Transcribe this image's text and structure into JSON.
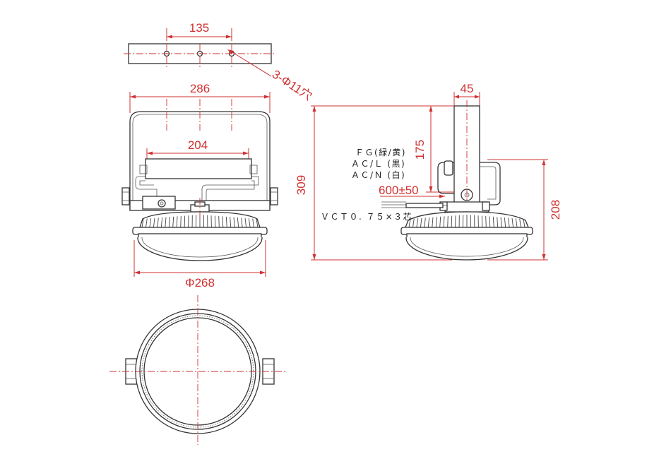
{
  "dimensions": {
    "bracket_holes_pitch": "135",
    "holes": "3-Φ11穴",
    "bracket_width": "286",
    "inner_width": "204",
    "body_diameter": "Φ268",
    "total_height": "309",
    "arm_width": "45",
    "arm_height": "175",
    "body_height": "208",
    "cable_length": "600±50"
  },
  "wiring": {
    "fg": "ＦＧ(緑/黄)",
    "acl": "ＡＣ/Ｌ (黒)",
    "acn": "ＡＣ/Ｎ (白)",
    "cable": "ＶＣＴ０. ７５×３芯"
  }
}
